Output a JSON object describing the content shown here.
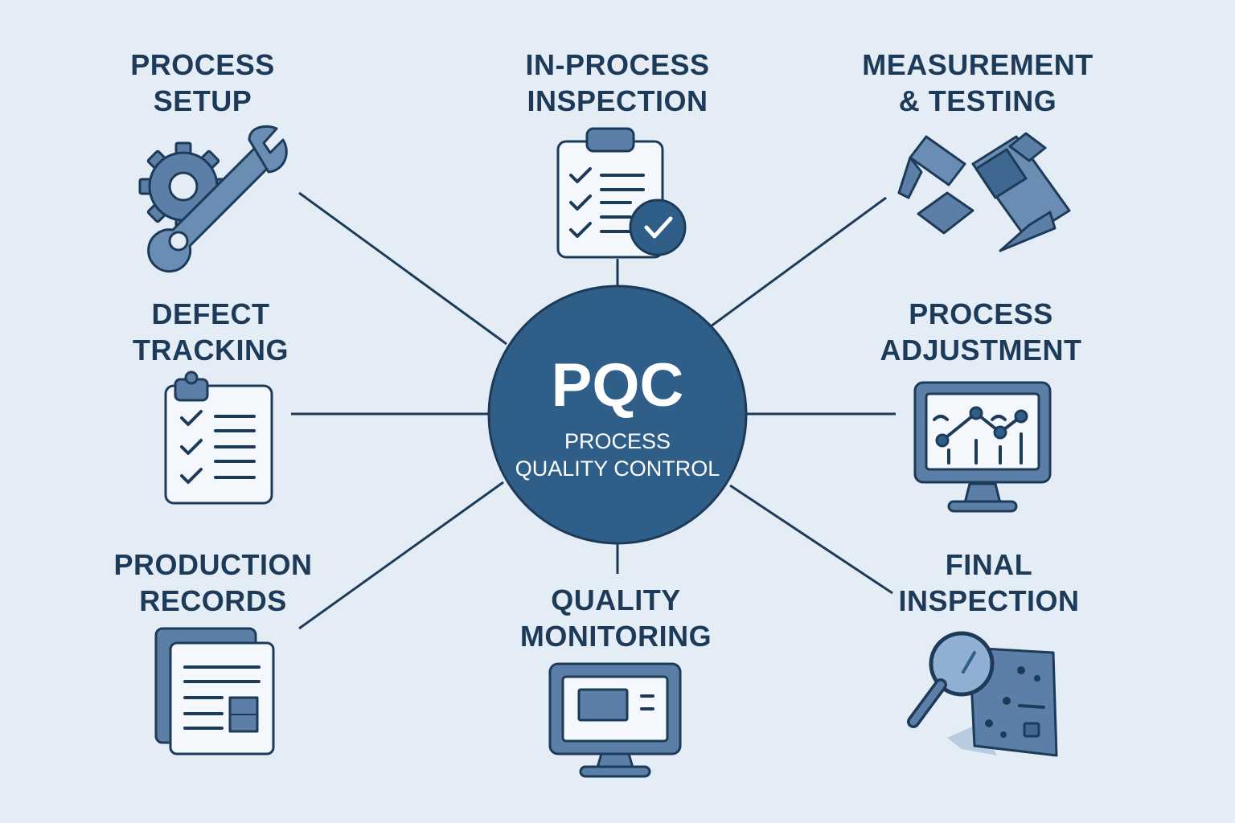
{
  "hub": {
    "title": "PQC",
    "subtitle_line1": "PROCESS",
    "subtitle_line2": "QUALITY CONTROL"
  },
  "nodes": [
    {
      "id": "process-setup",
      "line1": "PROCESS",
      "line2": "SETUP",
      "icon": "gear-wrench-icon"
    },
    {
      "id": "in-process-inspection",
      "line1": "IN-PROCESS",
      "line2": "INSPECTION",
      "icon": "clipboard-check-icon"
    },
    {
      "id": "measurement-testing",
      "line1": "MEASUREMENT",
      "line2": "& TESTING",
      "icon": "caliper-icon"
    },
    {
      "id": "defect-tracking",
      "line1": "DEFECT",
      "line2": "TRACKING",
      "icon": "checklist-icon"
    },
    {
      "id": "process-adjustment",
      "line1": "PROCESS",
      "line2": "ADJUSTMENT",
      "icon": "monitor-chart-icon"
    },
    {
      "id": "production-records",
      "line1": "PRODUCTION",
      "line2": "RECORDS",
      "icon": "documents-icon"
    },
    {
      "id": "quality-monitoring",
      "line1": "QUALITY",
      "line2": "MONITORING",
      "icon": "monitor-icon"
    },
    {
      "id": "final-inspection",
      "line1": "FINAL",
      "line2": "INSPECTION",
      "icon": "magnifier-panel-icon"
    }
  ],
  "colors": {
    "background": "#e4edf6",
    "hub_fill": "#2f5f88",
    "text": "#1d3b59",
    "outline": "#1d3b59",
    "icon_fill": "#5b7fa6",
    "icon_light": "#f4f7fb"
  }
}
